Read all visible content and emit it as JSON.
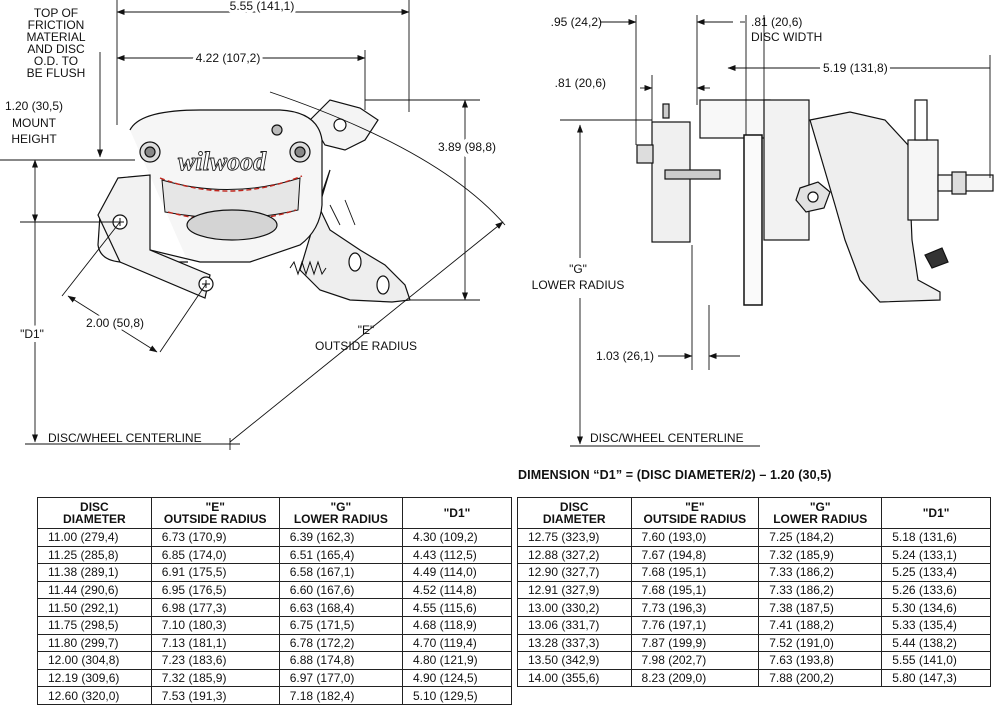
{
  "left_view": {
    "top_note": [
      "TOP OF",
      "FRICTION",
      "MATERIAL",
      "AND DISC",
      "O.D. TO",
      "BE FLUSH"
    ],
    "mount_height": [
      "1.20 (30,5)",
      "MOUNT",
      "HEIGHT"
    ],
    "overall_width": "5.55 (141,1)",
    "center_width": "4.22 (107,2)",
    "height_dim": "3.89 (98,8)",
    "d1_label": "\"D1\"",
    "bolt_spacing": "2.00 (50,8)",
    "e_label": [
      "\"E\"",
      "OUTSIDE RADIUS"
    ],
    "centerline": "DISC/WHEEL CENTERLINE",
    "logo_text": "wilwood"
  },
  "right_view": {
    "dim_95": ".95 (24,2)",
    "disc_width": [
      ".81 (20,6)",
      "DISC WIDTH"
    ],
    "dim_81": ".81 (20,6)",
    "dim_519": "5.19 (131,8)",
    "g_label": [
      "\"G\"",
      "LOWER RADIUS"
    ],
    "dim_103": "1.03 (26,1)",
    "centerline": "DISC/WHEEL CENTERLINE"
  },
  "formula": "DIMENSION “D1” = (DISC DIAMETER/2) – 1.20 (30,5)",
  "table_headers": [
    [
      "DISC",
      "DIAMETER"
    ],
    [
      "\"E\"",
      "OUTSIDE RADIUS"
    ],
    [
      "\"G\"",
      "LOWER RADIUS"
    ],
    [
      "\"D1\""
    ]
  ],
  "table_left": [
    [
      "11.00  (279,4)",
      "6.73  (170,9)",
      "6.39  (162,3)",
      "4.30  (109,2)"
    ],
    [
      "11.25  (285,8)",
      "6.85  (174,0)",
      "6.51  (165,4)",
      "4.43  (112,5)"
    ],
    [
      "11.38  (289,1)",
      "6.91  (175,5)",
      "6.58  (167,1)",
      "4.49  (114,0)"
    ],
    [
      "11.44  (290,6)",
      "6.95  (176,5)",
      "6.60  (167,6)",
      "4.52  (114,8)"
    ],
    [
      "11.50  (292,1)",
      "6.98  (177,3)",
      "6.63  (168,4)",
      "4.55  (115,6)"
    ],
    [
      "11.75  (298,5)",
      "7.10  (180,3)",
      "6.75  (171,5)",
      "4.68  (118,9)"
    ],
    [
      "11.80  (299,7)",
      "7.13  (181,1)",
      "6.78  (172,2)",
      "4.70  (119,4)"
    ],
    [
      "12.00  (304,8)",
      "7.23  (183,6)",
      "6.88  (174,8)",
      "4.80  (121,9)"
    ],
    [
      "12.19  (309,6)",
      "7.32  (185,9)",
      "6.97  (177,0)",
      "4.90  (124,5)"
    ],
    [
      "12.60  (320,0)",
      "7.53  (191,3)",
      "7.18  (182,4)",
      "5.10  (129,5)"
    ]
  ],
  "table_right": [
    [
      "12.75  (323,9)",
      "7.60  (193,0)",
      "7.25  (184,2)",
      "5.18  (131,6)"
    ],
    [
      "12.88  (327,2)",
      "7.67  (194,8)",
      "7.32  (185,9)",
      "5.24  (133,1)"
    ],
    [
      "12.90  (327,7)",
      "7.68  (195,1)",
      "7.33  (186,2)",
      "5.25  (133,4)"
    ],
    [
      "12.91  (327,9)",
      "7.68  (195,1)",
      "7.33  (186,2)",
      "5.26  (133,6)"
    ],
    [
      "13.00  (330,2)",
      "7.73  (196,3)",
      "7.38  (187,5)",
      "5.30  (134,6)"
    ],
    [
      "13.06  (331,7)",
      "7.76  (197,1)",
      "7.41  (188,2)",
      "5.33  (135,4)"
    ],
    [
      "13.28  (337,3)",
      "7.87  (199,9)",
      "7.52  (191,0)",
      "5.44  (138,2)"
    ],
    [
      "13.50  (342,9)",
      "7.98  (202,7)",
      "7.63  (193,8)",
      "5.55  (141,0)"
    ],
    [
      "14.00  (355,6)",
      "8.23  (209,0)",
      "7.88  (200,2)",
      "5.80  (147,3)"
    ]
  ]
}
